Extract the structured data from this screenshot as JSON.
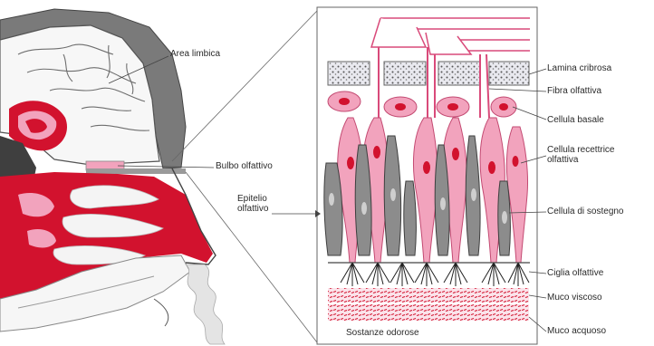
{
  "colors": {
    "red": "#d2122e",
    "pink": "#f2a3bd",
    "gray": "#8c8c8c",
    "dark_gray": "#4f4f4f",
    "line": "#555555"
  },
  "labels": {
    "area_limbica": "Area limbica",
    "bulbo_olfattivo": "Bulbo olfattivo",
    "epitelio_1": "Epitelio",
    "epitelio_2": "olfattivo",
    "lamina_cribrosa": "Lamina cribrosa",
    "fibra_olfattiva": "Fibra olfattiva",
    "cellula_basale": "Cellula basale",
    "cellula_recettrice_1": "Cellula recettrice",
    "cellula_recettrice_2": "olfattiva",
    "cellula_sostegno": "Cellula di sostegno",
    "ciglia_olfattive": "Ciglia olfattive",
    "muco_viscoso": "Muco viscoso",
    "muco_acquoso": "Muco acquoso",
    "sostanze_odorose": "Sostanze odorose"
  }
}
